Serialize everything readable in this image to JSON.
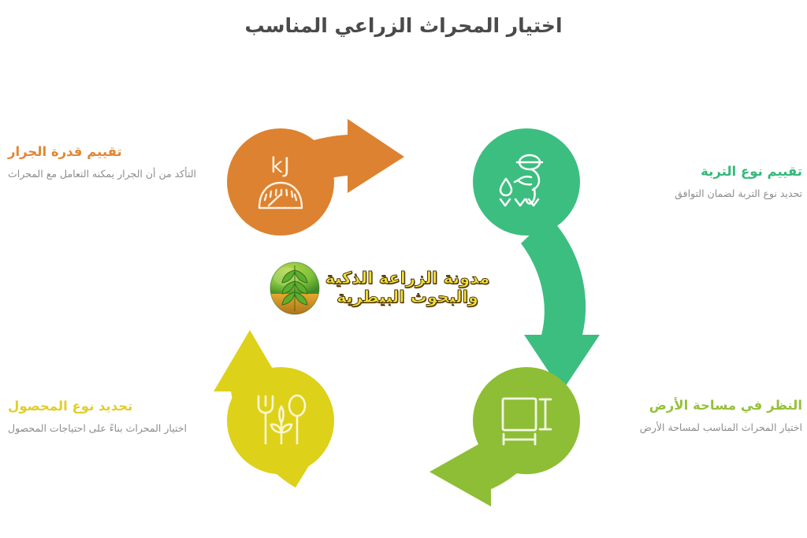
{
  "page": {
    "title": "اختيار المحراث الزراعي المناسب",
    "direction": "rtl",
    "background": "#ffffff"
  },
  "logo": {
    "line1": "مدونة الزراعة الذكية",
    "line2": "والبحوث البيطرية",
    "emblem_icon": "wheat-leaf-emblem-icon",
    "text_color": "#F2E23A",
    "outline_color": "#5a3b00"
  },
  "diagram": {
    "type": "cycle",
    "direction": "clockwise",
    "steps": [
      {
        "id": "soil",
        "position": "top-right",
        "head": "تقييم نوع التربة",
        "desc": "تحديد نوع التربة لضمان التوافق",
        "color": "#3CBE80",
        "head_color": "#35B97B",
        "icon": "farmer-planting-icon",
        "badge": ""
      },
      {
        "id": "area",
        "position": "bottom-right",
        "head": "النظر في مساحة الأرض",
        "desc": "اختيار المحراث المناسب لمساحة الأرض",
        "color": "#8DBE35",
        "head_color": "#97C03A",
        "icon": "area-dimensions-icon",
        "badge": ""
      },
      {
        "id": "crop",
        "position": "bottom-left",
        "head": "تحديد نوع المحصول",
        "desc": "اختيار المحراث بناءً على احتياجات المحصول",
        "color": "#DED119",
        "head_color": "#E2CE2C",
        "icon": "fork-spoon-plant-icon",
        "badge": ""
      },
      {
        "id": "tractor",
        "position": "top-left",
        "head": "تقييم قدرة الجرار",
        "desc": "التأكد من أن الجرار يمكنه التعامل مع المحراث",
        "color": "#DD8230",
        "head_color": "#E28632",
        "icon": "power-gauge-icon",
        "badge": "kJ"
      }
    ],
    "arrows": [
      {
        "id": "arrow-orange",
        "from": "tractor",
        "to": "soil",
        "color": "#DD8230",
        "direction": "up-right"
      },
      {
        "id": "arrow-green",
        "from": "soil",
        "to": "area",
        "color": "#3CBE80",
        "direction": "down"
      },
      {
        "id": "arrow-ygreen",
        "from": "area",
        "to": "crop",
        "color": "#8DBE35",
        "direction": "left"
      },
      {
        "id": "arrow-yellow",
        "from": "crop",
        "to": "tractor",
        "color": "#DED119",
        "direction": "up"
      }
    ]
  }
}
